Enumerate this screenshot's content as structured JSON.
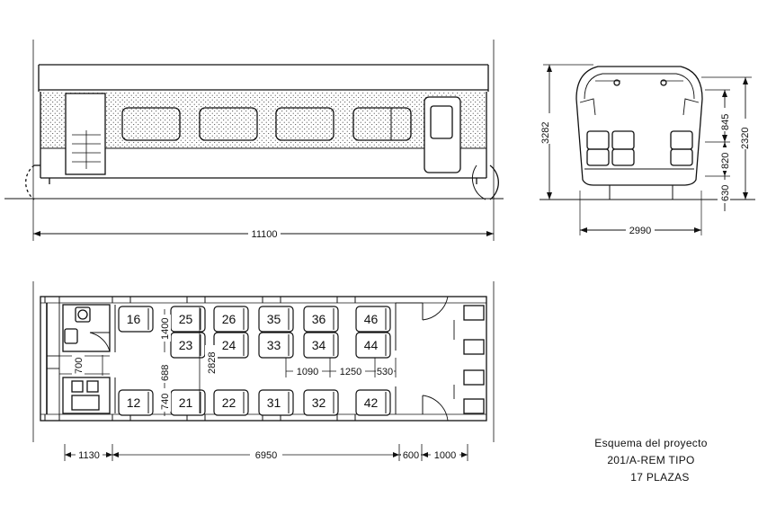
{
  "dimensions": {
    "car_length": "11100",
    "width": "2990",
    "height_total": "3282",
    "height_body": "2320",
    "roof_section": "845",
    "window_section": "820",
    "floor_height": "630",
    "seat_block": "1400",
    "aisle_width": "2828",
    "row_gap_a": "688",
    "row_gap_b": "740",
    "wc_width": "700",
    "pitch_a": "1090",
    "pitch_b": "1250",
    "pitch_c": "530",
    "cab_length": "1130",
    "saloon_length": "6950",
    "vestibule_a": "600",
    "vestibule_b": "1000"
  },
  "seats": {
    "top": [
      "16",
      "25",
      "26",
      "35",
      "36",
      "46"
    ],
    "middle": [
      "23",
      "24",
      "33",
      "34",
      "44"
    ],
    "bottom": [
      "12",
      "21",
      "22",
      "31",
      "32",
      "42"
    ]
  },
  "caption": {
    "line1": "Esquema del proyecto",
    "line2": "201/A-REM TIPO",
    "line3": "17 PLAZAS"
  },
  "colors": {
    "ink": "#111111",
    "paper": "#ffffff"
  }
}
